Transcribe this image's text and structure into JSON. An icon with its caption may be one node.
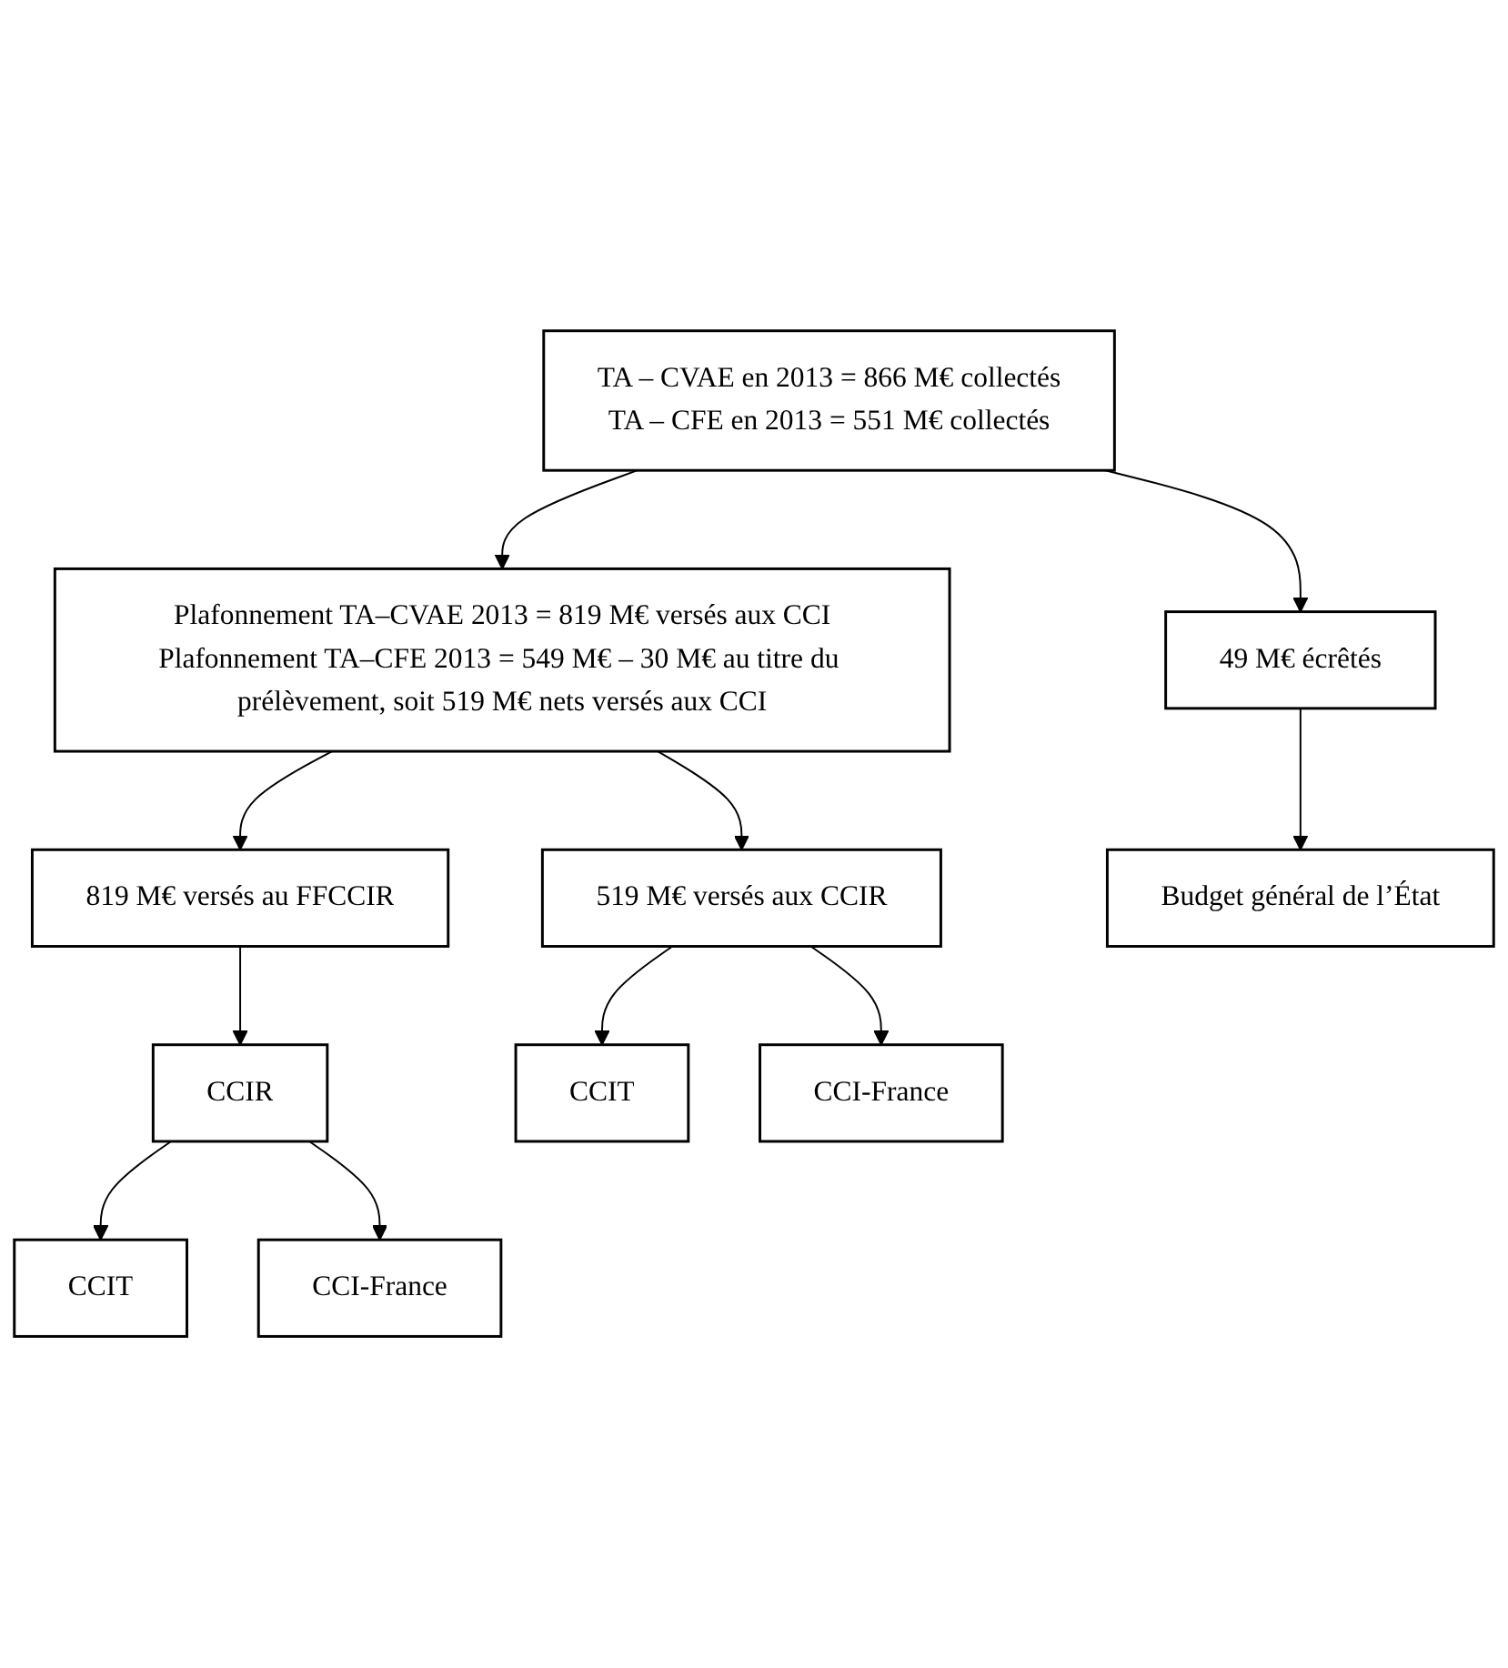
{
  "diagram": {
    "nodes": [
      {
        "text": [
          "TA – CVAE en 2013 = 866 M€ collectés",
          "TA – CFE en 2013 = 551 M€ collectés"
        ]
      },
      {
        "text": [
          "Plafonnement TA–CVAE 2013 = 819 M€ versés aux CCI",
          "Plafonnement TA–CFE 2013 = 549 M€ – 30 M€ au titre du prélèvement, soit 519 M€ nets versés aux CCI"
        ]
      },
      {
        "text": [
          "819 M€ versés au FFCCIR"
        ]
      },
      {
        "text": [
          "519 M€ versés aux CCIR"
        ]
      },
      {
        "text": [
          "49 M€ écrêtés"
        ]
      },
      {
        "text": [
          "CCIR"
        ]
      },
      {
        "text": [
          "CCIT"
        ]
      },
      {
        "text": [
          "CCI-France"
        ]
      },
      {
        "text": [
          "Budget général de l’État"
        ]
      },
      {
        "text": [
          "CCIT"
        ]
      },
      {
        "text": [
          "CCI-France"
        ]
      }
    ],
    "edges": [
      {
        "from": 0,
        "to": 1,
        "arrow": "to"
      },
      {
        "from": 0,
        "to": 4,
        "arrow": "to"
      },
      {
        "from": 1,
        "to": 2,
        "arrow": "to"
      },
      {
        "from": 1,
        "to": 3,
        "arrow": "to"
      },
      {
        "from": 2,
        "to": 5,
        "arrow": "to"
      },
      {
        "from": 3,
        "to": 6,
        "arrow": "to"
      },
      {
        "from": 3,
        "to": 7,
        "arrow": "to"
      },
      {
        "from": 4,
        "to": 8,
        "arrow": "to"
      },
      {
        "from": 5,
        "to": 9,
        "arrow": "to"
      },
      {
        "from": 5,
        "to": 10,
        "arrow": "to"
      }
    ]
  }
}
